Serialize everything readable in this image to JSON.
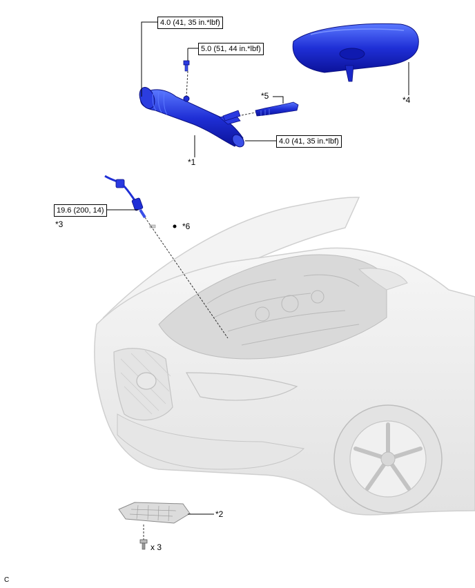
{
  "torque_specs": {
    "t1": "4.0 (41, 35 in.*lbf)",
    "t2": "5.0 (51, 44 in.*lbf)",
    "t3": "4.0 (41, 35 in.*lbf)",
    "t4": "19.6 (200, 14)"
  },
  "callouts": {
    "c1": "*1",
    "c2": "*2",
    "c3": "*3",
    "c4": "*4",
    "c5": "*5",
    "c6": "*6",
    "qty": "x 3"
  },
  "footer_code": "C",
  "colors": {
    "part_blue": "#1f2fd6",
    "part_blue_dark": "#0b129a",
    "part_blue_light": "#5a78ff",
    "car_fill": "#ececec",
    "car_line": "#c8c8c8"
  }
}
